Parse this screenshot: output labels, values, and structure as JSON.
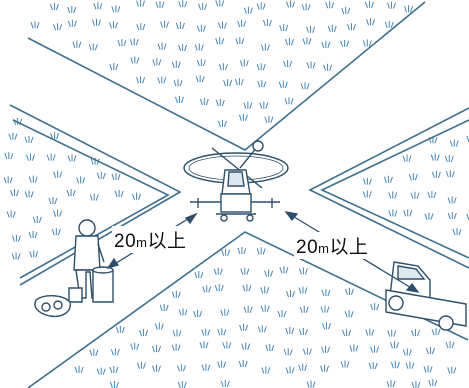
{
  "labels": {
    "left_num": "20",
    "left_unit": "m",
    "left_suffix": "以上",
    "right_num": "20",
    "right_unit": "m",
    "right_suffix": "以上"
  },
  "colors": {
    "line": "#3f6f8f",
    "grass": "#4a86b5",
    "paper": "#ffffff"
  },
  "icons": [
    "helicopter-icon",
    "worker-icon",
    "truck-icon",
    "grass-tuft-icon"
  ]
}
